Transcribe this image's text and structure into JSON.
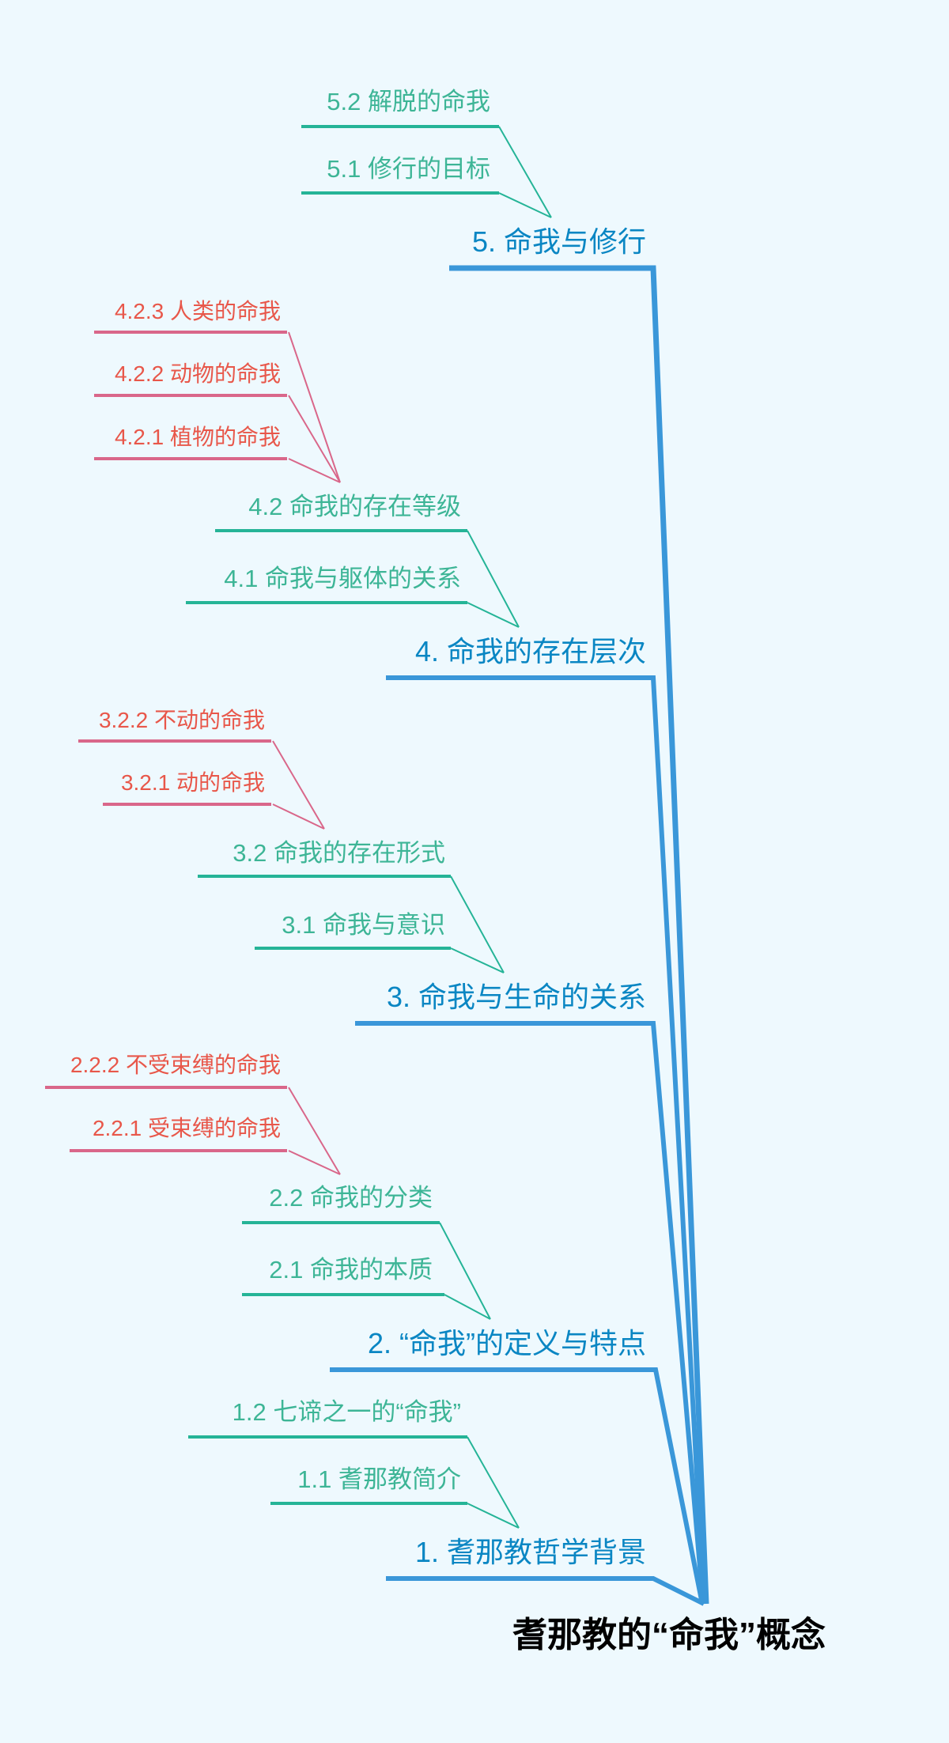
{
  "colors": {
    "background": "#eef9fe",
    "root_text": "#000000",
    "level1_text": "#0a86c3",
    "level1_line": "#3a97d9",
    "level2_text": "#3db596",
    "level2_line": "#25b497",
    "level3_text": "#e8574a",
    "level3_line": "#d9678a"
  },
  "root": {
    "label": "耆那教的“命我”概念"
  },
  "branches": [
    {
      "label": "1. 耆那教哲学背景",
      "children": [
        {
          "label": "1.1 耆那教简介",
          "children": []
        },
        {
          "label": "1.2 七谛之一的“命我”",
          "children": []
        }
      ]
    },
    {
      "label": "2. “命我”的定义与特点",
      "children": [
        {
          "label": "2.1 命我的本质",
          "children": []
        },
        {
          "label": "2.2 命我的分类",
          "children": [
            {
              "label": "2.2.1 受束缚的命我"
            },
            {
              "label": "2.2.2 不受束缚的命我"
            }
          ]
        }
      ]
    },
    {
      "label": "3. 命我与生命的关系",
      "children": [
        {
          "label": "3.1 命我与意识",
          "children": []
        },
        {
          "label": "3.2 命我的存在形式",
          "children": [
            {
              "label": "3.2.1 动的命我"
            },
            {
              "label": "3.2.2 不动的命我"
            }
          ]
        }
      ]
    },
    {
      "label": "4. 命我的存在层次",
      "children": [
        {
          "label": "4.1 命我与躯体的关系",
          "children": []
        },
        {
          "label": "4.2 命我的存在等级",
          "children": [
            {
              "label": "4.2.1 植物的命我"
            },
            {
              "label": "4.2.2 动物的命我"
            },
            {
              "label": "4.2.3 人类的命我"
            }
          ]
        }
      ]
    },
    {
      "label": "5. 命我与修行",
      "children": [
        {
          "label": "5.1 修行的目标",
          "children": []
        },
        {
          "label": "5.2 解脱的命我",
          "children": []
        }
      ]
    }
  ]
}
